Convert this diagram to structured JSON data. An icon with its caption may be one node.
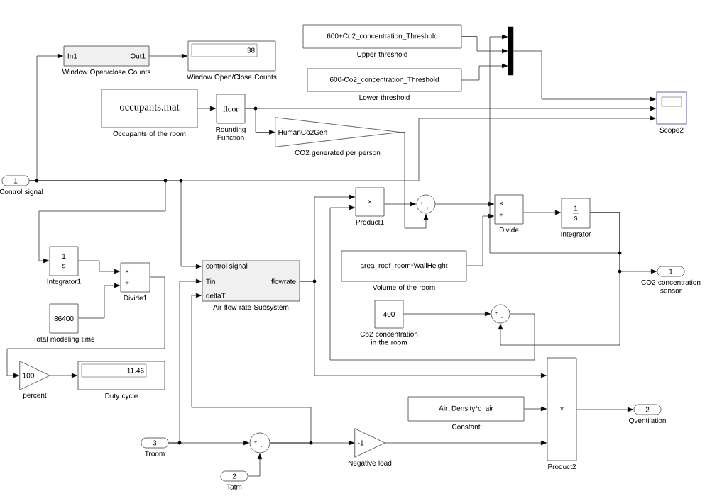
{
  "diagram": {
    "nodes": [
      {
        "text": [
          "1"
        ],
        "beside": [
          "Control signal"
        ]
      },
      {
        "text": [
          "In1",
          "Out1"
        ],
        "beside": [
          "Window Open/close Counts"
        ]
      },
      {
        "text": [
          "38"
        ],
        "beside": [
          "Window Open/Close Counts"
        ]
      },
      {
        "text": [
          "occupants.mat"
        ],
        "beside": [
          "Occupants of the room"
        ]
      },
      {
        "text": [
          "floor"
        ],
        "beside": [
          "Rounding Function"
        ]
      },
      {
        "text": [
          "HumanCo2Gen"
        ],
        "beside": [
          "CO2 generated per person"
        ]
      },
      {
        "text": [
          "600+Co2_concentration_Threshold"
        ],
        "beside": [
          "Upper threshold"
        ]
      },
      {
        "text": [
          "600-Co2_concentration_Threshold"
        ],
        "beside": [
          "Lower threshold"
        ]
      },
      {
        "text": [],
        "shape": "bar"
      },
      {
        "text": [],
        "shape": "box",
        "beside": [
          "Scope2"
        ]
      },
      {
        "text": [
          "1",
          "s"
        ],
        "beside": [
          "Integrator1"
        ]
      },
      {
        "text": [
          "×",
          "÷"
        ],
        "beside": [
          "Divide1"
        ]
      },
      {
        "text": [
          "86400"
        ],
        "beside": [
          "Total modeling time"
        ]
      },
      {
        "text": [
          "100"
        ],
        "beside": [
          "percent"
        ]
      },
      {
        "text": [
          "11.46"
        ],
        "beside": [
          "Duty cycle"
        ]
      },
      {
        "text": [
          "control signal",
          "Tin",
          "deltaT",
          "flowrate"
        ],
        "beside": [
          "Air flow rate Subsystem"
        ]
      },
      {
        "text": [
          "×"
        ],
        "beside": [
          "Product1"
        ]
      },
      {
        "text": [
          "+",
          "+"
        ]
      },
      {
        "text": [
          "×",
          "÷"
        ],
        "beside": [
          "Divide"
        ]
      },
      {
        "text": [
          "1",
          "s"
        ],
        "beside": [
          "Integrator"
        ]
      },
      {
        "text": [
          "1"
        ],
        "beside": [
          "CO2 concentration sensor"
        ]
      },
      {
        "text": [
          "area_roof_room*WallHeight"
        ],
        "beside": [
          "Volume of the room"
        ]
      },
      {
        "text": [
          "400"
        ],
        "beside": [
          "Co2 concentration in the room"
        ]
      },
      {
        "text": [
          "+",
          "-"
        ]
      },
      {
        "text": [
          "Air_Density*c_air"
        ],
        "beside": [
          "Constant"
        ]
      },
      {
        "text": [
          "×"
        ],
        "beside": [
          "Product2"
        ]
      },
      {
        "text": [
          "2"
        ],
        "beside": [
          "Qventilation"
        ]
      },
      {
        "text": [
          "3"
        ],
        "beside": [
          "Troom"
        ]
      },
      {
        "text": [
          "+",
          "-"
        ]
      },
      {
        "text": [
          "2"
        ],
        "beside": [
          "Tatm"
        ]
      },
      {
        "text": [
          "-1"
        ],
        "beside": [
          "Negative load"
        ]
      }
    ],
    "edges": [
      {
        "from": 0,
        "to": 1,
        "arrow": "to"
      },
      {
        "from": 1,
        "to": 2,
        "arrow": "to"
      },
      {
        "from": 0,
        "to": 10,
        "arrow": "to"
      },
      {
        "from": 0,
        "to": 15,
        "arrow": "to"
      },
      {
        "from": 0,
        "to": 9,
        "arrow": "to"
      },
      {
        "from": 3,
        "to": 4,
        "arrow": "to"
      },
      {
        "from": 4,
        "to": 9,
        "arrow": "to"
      },
      {
        "from": 4,
        "to": 5,
        "arrow": "to"
      },
      {
        "from": 6,
        "to": 8,
        "arrow": "to"
      },
      {
        "from": 7,
        "to": 8,
        "arrow": "to"
      },
      {
        "from": 8,
        "to": 9,
        "arrow": "to"
      },
      {
        "from": 10,
        "to": 11,
        "arrow": "to"
      },
      {
        "from": 12,
        "to": 11,
        "arrow": "to"
      },
      {
        "from": 11,
        "to": 13,
        "arrow": "to"
      },
      {
        "from": 13,
        "to": 14,
        "arrow": "to"
      },
      {
        "from": 15,
        "to": 16,
        "arrow": "to"
      },
      {
        "from": 15,
        "to": 25,
        "arrow": "to"
      },
      {
        "from": 16,
        "to": 17,
        "arrow": "to"
      },
      {
        "from": 5,
        "to": 17,
        "arrow": "to"
      },
      {
        "from": 17,
        "to": 18,
        "arrow": "to"
      },
      {
        "from": 21,
        "to": 18,
        "arrow": "to"
      },
      {
        "from": 18,
        "to": 19,
        "arrow": "to"
      },
      {
        "from": 19,
        "to": 20,
        "arrow": "to"
      },
      {
        "from": 19,
        "to": 8,
        "arrow": "to"
      },
      {
        "from": 19,
        "to": 23,
        "arrow": "to"
      },
      {
        "from": 22,
        "to": 23,
        "arrow": "to"
      },
      {
        "from": 23,
        "to": 16,
        "arrow": "to"
      },
      {
        "from": 27,
        "to": 15,
        "arrow": "to"
      },
      {
        "from": 27,
        "to": 28,
        "arrow": "to"
      },
      {
        "from": 29,
        "to": 28,
        "arrow": "to"
      },
      {
        "from": 28,
        "to": 15,
        "arrow": "to"
      },
      {
        "from": 28,
        "to": 30,
        "arrow": "to"
      },
      {
        "from": 30,
        "to": 25,
        "arrow": "to"
      },
      {
        "from": 24,
        "to": 25,
        "arrow": "to"
      },
      {
        "from": 25,
        "to": 26,
        "arrow": "to"
      }
    ]
  }
}
